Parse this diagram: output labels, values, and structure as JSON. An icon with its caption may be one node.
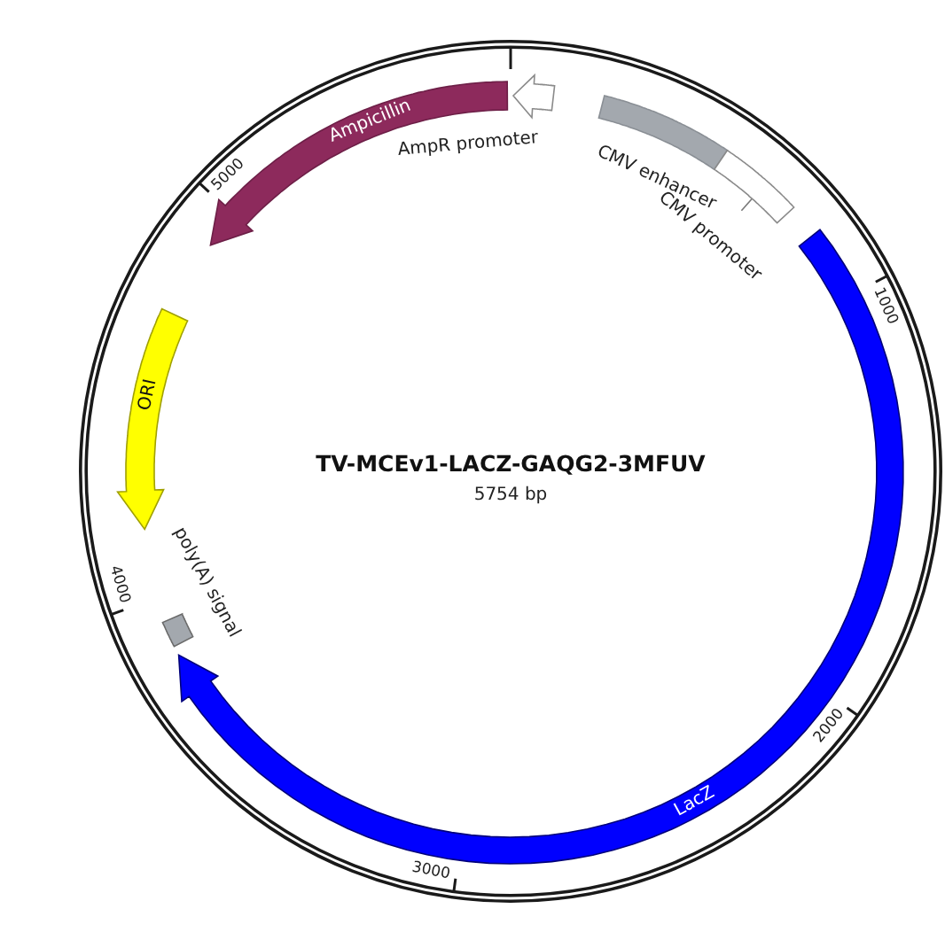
{
  "diagram": {
    "title": "TV-MCEv1-LACZ-GAQG2-3MFUV",
    "nodes": [
      {
        "text": [
          "Ampicillin"
        ]
      },
      {
        "text": [
          "AmpR promoter"
        ]
      },
      {
        "text": [
          "CMV enhancer"
        ]
      },
      {
        "text": [
          "CMV promoter"
        ]
      },
      {
        "text": [
          "LacZ"
        ]
      },
      {
        "text": [
          "poly(A) signal"
        ]
      },
      {
        "text": [
          "ORI"
        ]
      }
    ],
    "labels": [
      "5754 bp",
      "1000",
      "2000",
      "3000",
      "4000",
      "5000"
    ]
  }
}
